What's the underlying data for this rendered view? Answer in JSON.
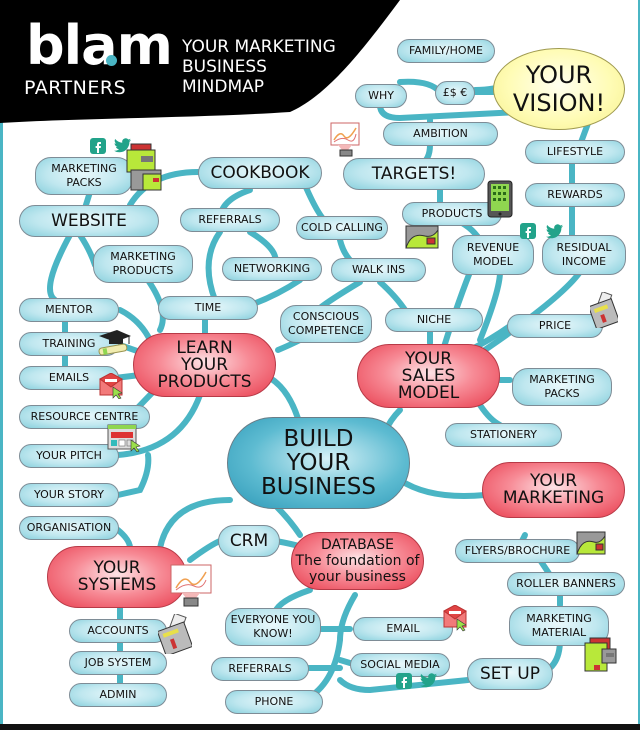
{
  "header": {
    "logo_word": "blam",
    "logo_sub": "PARTNERS",
    "title_lines": [
      "YOUR MARKETING",
      "BUSINESS",
      "MINDMAP"
    ]
  },
  "colors": {
    "link": "#4ab5c4",
    "node_fill": "#bfe7ef",
    "hub_red": "#e83c4d",
    "hub_yellow": "#fffcb6",
    "hub_center": "#2b97b6",
    "header_bg": "#000000"
  },
  "center": {
    "label": "BUILD\nYOUR\nBUSINESS"
  },
  "vision": {
    "label": "YOUR\nVISION!",
    "children": [
      "FAMILY/HOME",
      "WHY",
      "£$ €",
      "AMBITION",
      "LIFESTYLE",
      "REWARDS",
      "RESIDUAL\nINCOME"
    ]
  },
  "targets": {
    "label": "TARGETS!",
    "children": [
      "PRODUCTS",
      "REVENUE\nMODEL"
    ]
  },
  "cookbook": {
    "label": "COOKBOOK",
    "children": [
      "MARKETING\nPACKS",
      "WEBSITE",
      "REFERRALS",
      "MARKETING\nPRODUCTS",
      "NETWORKING",
      "COLD CALLING",
      "WALK INS",
      "TIME"
    ]
  },
  "learn": {
    "label": "LEARN\nYOUR\nPRODUCTS",
    "children": [
      "MENTOR",
      "TRAINING",
      "EMAILS",
      "RESOURCE CENTRE",
      "YOUR PITCH",
      "YOUR STORY",
      "CONSCIOUS\nCOMPETENCE"
    ]
  },
  "sales": {
    "label": "YOUR\nSALES\nMODEL",
    "children": [
      "NICHE",
      "PRICE",
      "MARKETING\nPACKS",
      "STATIONERY"
    ]
  },
  "marketing": {
    "label": "YOUR\nMARKETING",
    "children": [
      "FLYERS/BROCHURE",
      "ROLLER BANNERS",
      "MARKETING\nMATERIAL",
      "SET UP"
    ]
  },
  "systems": {
    "label": "YOUR\nSYSTEMS",
    "children": [
      "ORGANISATION",
      "ACCOUNTS",
      "JOB SYSTEM",
      "ADMIN",
      "CRM"
    ]
  },
  "database": {
    "label": "DATABASE\nThe foundation of\nyour business",
    "children": [
      "EVERYONE YOU\nKNOW!",
      "REFERRALS",
      "PHONE",
      "EMAIL",
      "SOCIAL MEDIA"
    ]
  },
  "icons": [
    "facebook-icon",
    "twitter-icon",
    "folder-pack-icon",
    "chart-monitor-icon",
    "tablet-icon",
    "wallet-icon",
    "cash-register-icon",
    "graduation-cap-icon",
    "envelope-icon",
    "browser-window-icon"
  ]
}
